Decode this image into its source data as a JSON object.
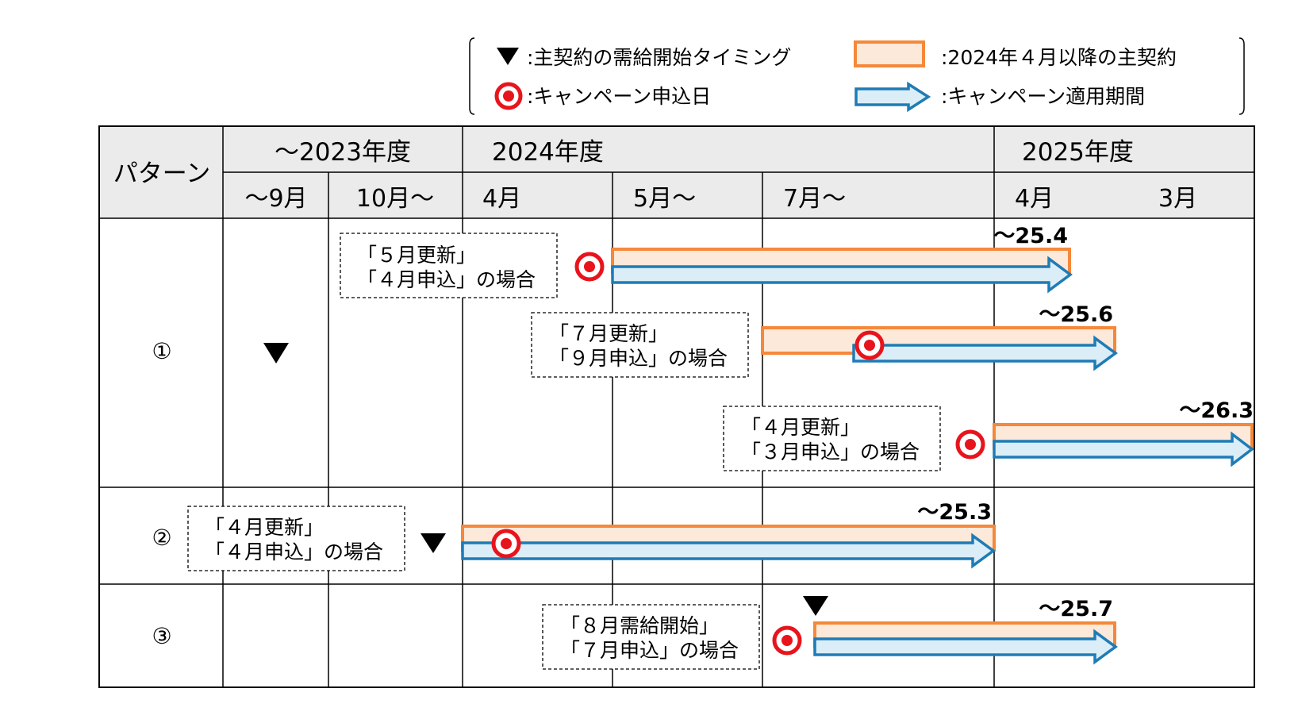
{
  "legend": {
    "start_marker": "▼",
    "start_label": ":主契約の需給開始タイミング",
    "apply_label": ":キャンペーン申込日",
    "contract_label": ":2024年４月以降の主契約",
    "period_label": ":キャンペーン適用期間"
  },
  "header": {
    "pattern": "パターン",
    "fy2023": "～2023年度",
    "fy2024": "2024年度",
    "fy2025": "2025年度",
    "m_to_sep": "～9月",
    "m_oct": "10月～",
    "m_apr24": "4月",
    "m_may": "5月～",
    "m_jul": "7月～",
    "m_apr25": "4月",
    "m_mar": "3月"
  },
  "rows": {
    "p1": "①",
    "p2": "②",
    "p3": "③"
  },
  "notes": {
    "c1_l1": "「５月更新」",
    "c1_l2": "「４月申込」の場合",
    "c2_l1": "「７月更新」",
    "c2_l2": "「９月申込」の場合",
    "c3_l1": "「４月更新」",
    "c3_l2": "「３月申込」の場合",
    "c4_l1": "「４月更新」",
    "c4_l2": "「４月申込」の場合",
    "c5_l1": "「８月需給開始」",
    "c5_l2": "「７月申込」の場合"
  },
  "end_labels": {
    "e1": "～25.4",
    "e2": "～25.6",
    "e3": "～26.3",
    "e4": "～25.3",
    "e5": "～25.7"
  },
  "colors": {
    "contract_border": "#f5883a",
    "contract_fill": "#fde9d9",
    "period_border": "#1f7bb6",
    "period_fill": "#dbeef7",
    "marker_red": "#e8141c",
    "header_bg": "#ebebeb"
  }
}
